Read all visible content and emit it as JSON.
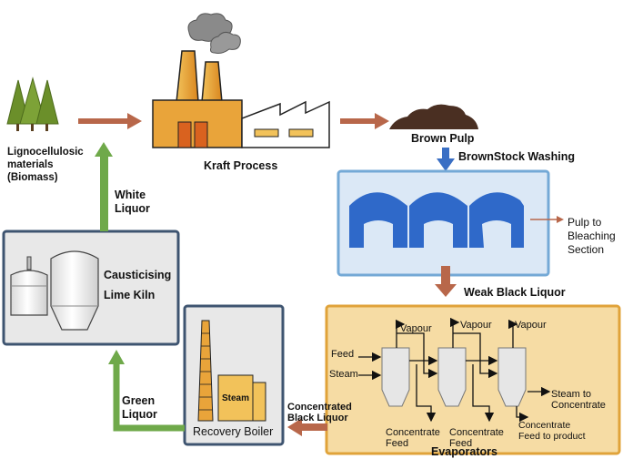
{
  "labels": {
    "biomass_1": "Lignocellulosic",
    "biomass_2": "materials",
    "biomass_3": "(Biomass)",
    "kraft": "Kraft Process",
    "brown_pulp": "Brown Pulp",
    "washing": "BrownStock Washing",
    "pulp_bleach_1": "Pulp to",
    "pulp_bleach_2": "Bleaching",
    "pulp_bleach_3": "Section",
    "weak_black": "Weak Black Liquor",
    "white_1": "White",
    "white_2": "Liquor",
    "causticising": "Causticising",
    "lime_kiln": "Lime Kiln",
    "green_1": "Green",
    "green_2": "Liquor",
    "steam": "Steam",
    "recovery_boiler": "Recovery Boiler",
    "concentrated_1": "Concentrated",
    "concentrated_2": "Black Liquor",
    "evaporators": "Evaporators",
    "feed": "Feed",
    "steam_in": "Steam",
    "vapour_1": "Vapour",
    "vapour_2": "Vapour",
    "vapour_3": "Vapour",
    "conc_feed_1a": "Concentrate",
    "conc_feed_1b": "Feed",
    "conc_feed_2a": "Concentrate",
    "conc_feed_2b": "Feed",
    "conc_prod_a": "Concentrate",
    "conc_prod_b": "Feed to product",
    "steam_conc_a": "Steam to",
    "steam_conc_b": "Concentrate"
  },
  "colors": {
    "arrow_brown": "#b8674a",
    "arrow_green": "#6fa94a",
    "arrow_blue": "#3a6fc4",
    "washer_blue": "#2f69c9",
    "washing_box": "#dbe8f6",
    "washing_border": "#74a9d6",
    "evap_box": "#f6dca4",
    "evap_border": "#e0a33a",
    "grey_box": "#e8e8e8",
    "grey_border": "#3e5470",
    "factory_orange": "#e9a43a",
    "tree_green": "#6b8f2a",
    "pulp_brown": "#4a2f22"
  }
}
